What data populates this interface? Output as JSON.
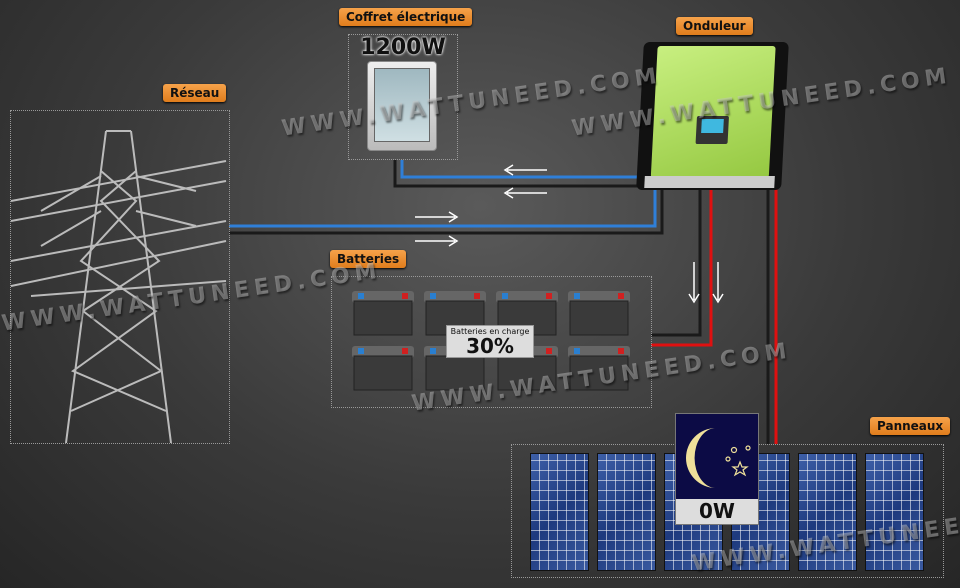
{
  "labels": {
    "grid": "Réseau",
    "panel_box": "Coffret électrique",
    "inverter": "Onduleur",
    "batteries": "Batteries",
    "panels": "Panneaux"
  },
  "panel_box": {
    "power": "1200W"
  },
  "batteries": {
    "status_label": "Batteries en charge",
    "charge": "30%",
    "charge_percent": 30,
    "count": 8
  },
  "solar": {
    "power": "0W",
    "mode_icon": "moon-stars-icon",
    "panel_count": 6
  },
  "watermark": "WWW.WATTUNEED.COM",
  "colors": {
    "label": "#f08c2c",
    "wire_ac": "#2f7fd8",
    "wire_dc_pos": "#e01010",
    "wire_neg": "#1a1a1a",
    "inverter": "#9fd24a"
  }
}
